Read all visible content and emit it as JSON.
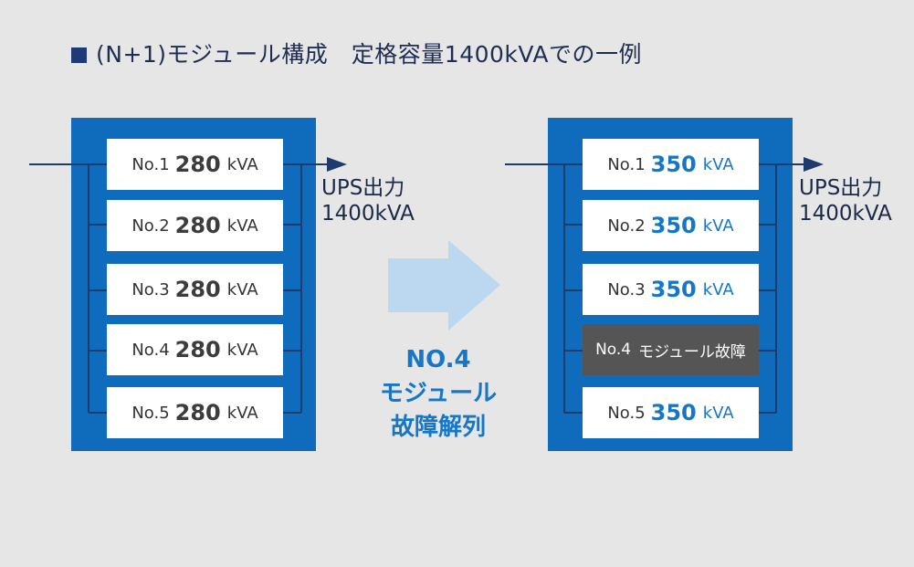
{
  "title": "(N+1)モジュール構成　定格容量1400kVAでの一例",
  "left": {
    "output_label": [
      "UPS出力",
      "1400kVA"
    ],
    "modules": [
      {
        "no": "No.1",
        "value": "280",
        "unit": "kVA"
      },
      {
        "no": "No.2",
        "value": "280",
        "unit": "kVA"
      },
      {
        "no": "No.3",
        "value": "280",
        "unit": "kVA"
      },
      {
        "no": "No.4",
        "value": "280",
        "unit": "kVA"
      },
      {
        "no": "No.5",
        "value": "280",
        "unit": "kVA"
      }
    ]
  },
  "right": {
    "output_label": [
      "UPS出力",
      "1400kVA"
    ],
    "modules": [
      {
        "no": "No.1",
        "value": "350",
        "unit": "kVA"
      },
      {
        "no": "No.2",
        "value": "350",
        "unit": "kVA"
      },
      {
        "no": "No.3",
        "value": "350",
        "unit": "kVA"
      },
      {
        "no": "No.4",
        "fault_text": "モジュール故障"
      },
      {
        "no": "No.5",
        "value": "350",
        "unit": "kVA"
      }
    ]
  },
  "transition": {
    "lines": [
      "NO.4",
      "モジュール",
      "故障解列"
    ]
  },
  "colors": {
    "background": "#e6e6e6",
    "panel": "#0f6cbd",
    "wire": "#1f3b6b",
    "arrow": "#bcd7f0",
    "fault_module": "#555555",
    "accent_value": "#1677c8"
  }
}
